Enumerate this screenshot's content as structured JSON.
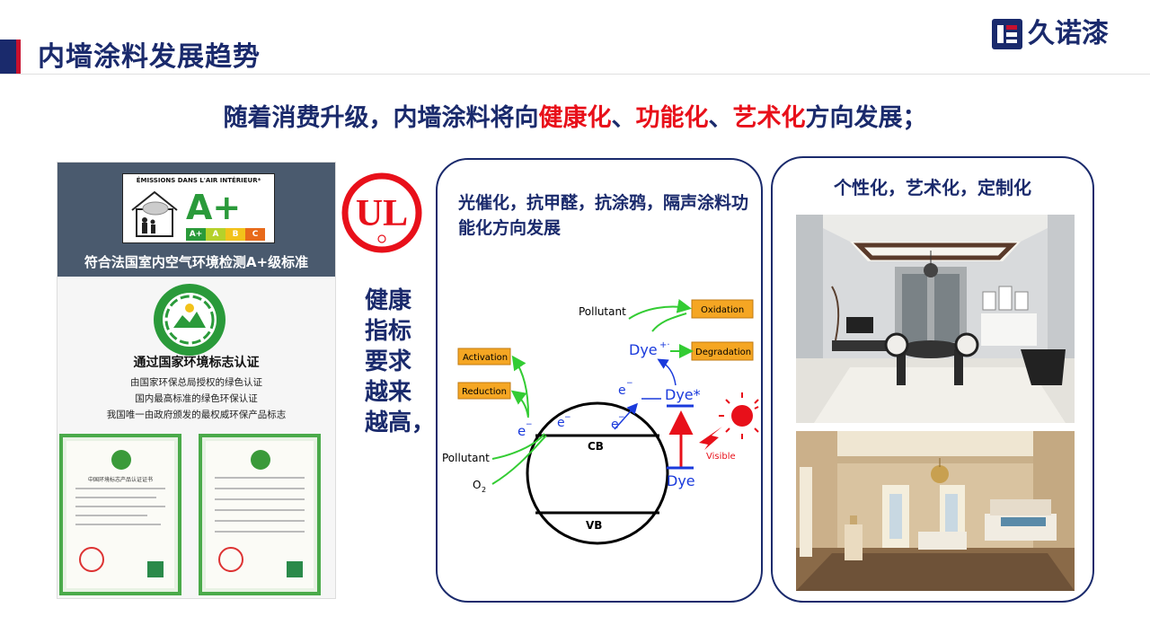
{
  "header": {
    "title": "内墙涂料发展趋势",
    "brand": "久诺漆"
  },
  "subtitle": {
    "prefix": "随着消费升级，内墙涂料将向",
    "term1": "健康化",
    "sep1": "、",
    "term2": "功能化",
    "sep2": "、",
    "term3": "艺术化",
    "suffix": "方向发展；"
  },
  "certificates": {
    "emission_label": "ÉMISSIONS DANS L'AIR INTÉRIEUR*",
    "emission_grade": "A+",
    "grades": [
      "A+",
      "A",
      "B",
      "C"
    ],
    "caption": "符合法国室内空气环境检测A+级标准",
    "heading": "通过国家环境标志认证",
    "lines": [
      "由国家环保总局授权的绿色认证",
      "国内最高标准的绿色环保认证",
      "我国唯一由政府颁发的最权威环保产品标志"
    ],
    "doc_left_title": "中国环境标志产品认证证书"
  },
  "ul_logo": "UL",
  "health": {
    "lines": [
      "健康",
      "指标",
      "要求",
      "越来",
      "越高，"
    ]
  },
  "functional": {
    "title": "光催化，抗甲醛，抗涂鸦，隔声涂料功能化方向发展",
    "diagram": {
      "pollutant_top": "Pollutant",
      "oxidation": "Oxidation",
      "degradation": "Degradation",
      "dye_plus": "Dye",
      "dye_plus_sup": "+·",
      "activation": "Activation",
      "reduction": "Reduction",
      "e_left": "e",
      "e_cb1": "e",
      "e_cb2": "e",
      "e_mid": "e",
      "dye_star": "Dye*",
      "dye": "Dye",
      "cb": "CB",
      "vb": "VB",
      "pollutant_left": "Pollutant",
      "o2": "O",
      "o2_sub": "2",
      "visible": "Visible"
    }
  },
  "art": {
    "title": "个性化，艺术化，定制化"
  },
  "colors": {
    "navy": "#1a2a6c",
    "red": "#e8101a",
    "orange": "#f5a623",
    "green": "#33cc33"
  }
}
